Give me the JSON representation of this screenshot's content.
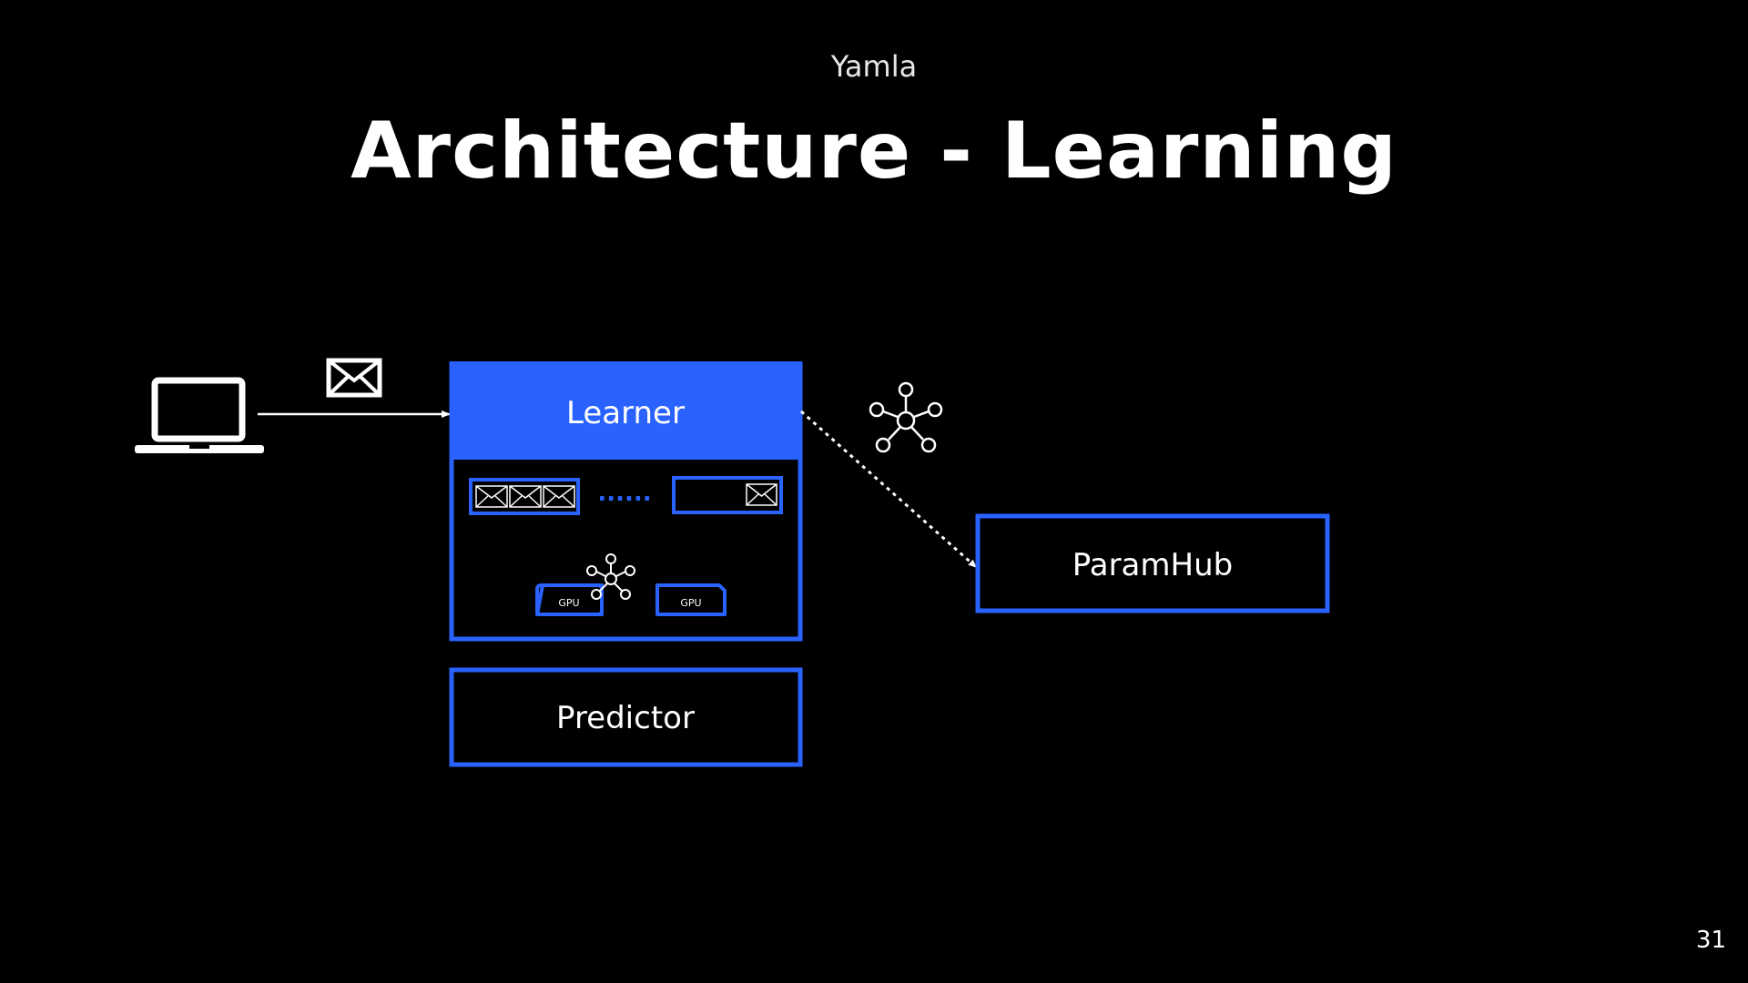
{
  "slide": {
    "subtitle": "Yamla",
    "title": "Architecture - Learning",
    "page_number": "31"
  },
  "diagram": {
    "nodes": {
      "learner": "Learner",
      "paramhub": "ParamHub",
      "predictor": "Predictor",
      "gpu_1": "GPU",
      "gpu_2": "GPU",
      "queue_ellipsis": "......"
    },
    "icons": [
      "laptop-icon",
      "envelope-icon",
      "network-hub-icon"
    ],
    "colors": {
      "accent": "#2962ff",
      "background": "#000000",
      "text": "#ffffff"
    }
  }
}
